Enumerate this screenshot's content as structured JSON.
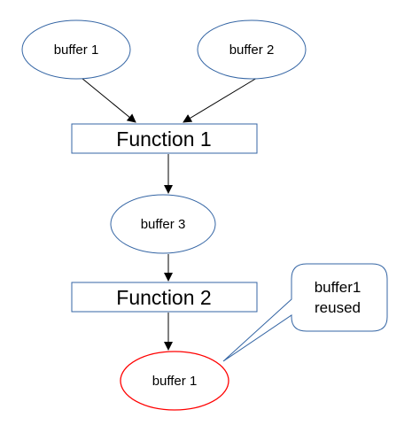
{
  "nodes": {
    "buffer1_top": {
      "label": "buffer 1"
    },
    "buffer2": {
      "label": "buffer 2"
    },
    "function1": {
      "label": "Function 1"
    },
    "buffer3": {
      "label": "buffer 3"
    },
    "function2": {
      "label": "Function 2"
    },
    "buffer1_bottom": {
      "label": "buffer 1"
    }
  },
  "callout": {
    "line1": "buffer1",
    "line2": "reused"
  },
  "colors": {
    "node_stroke": "#3465a4",
    "reused_stroke": "#ff0000",
    "arrow": "#000000",
    "text": "#000000"
  }
}
